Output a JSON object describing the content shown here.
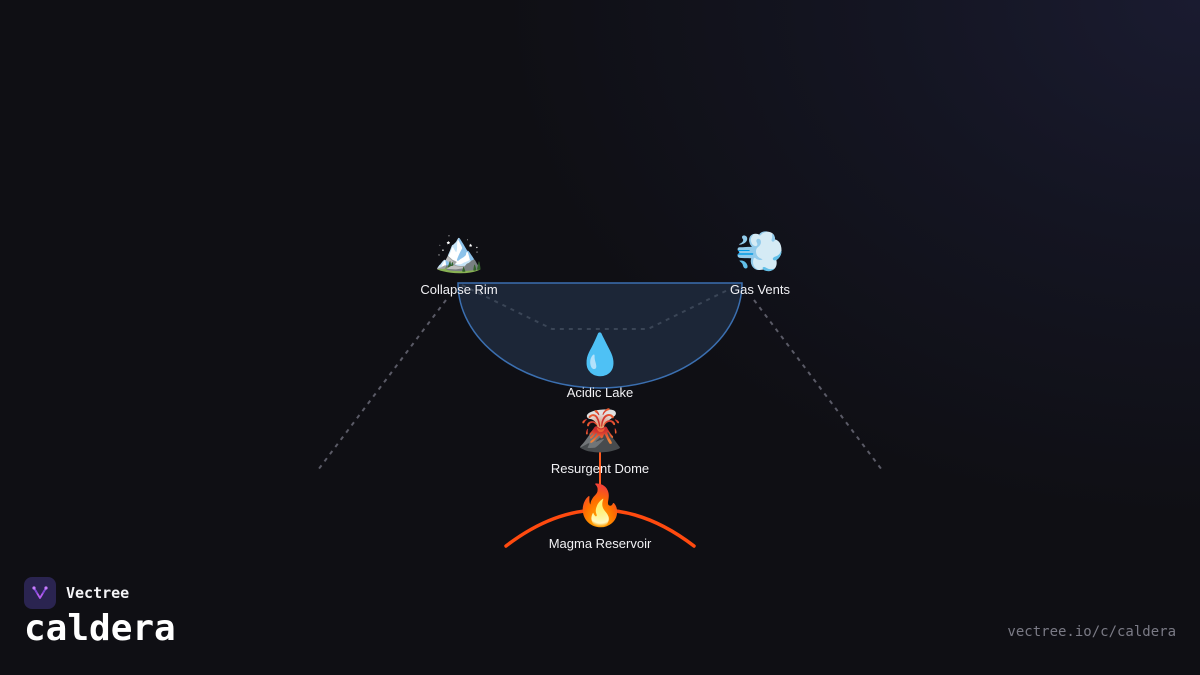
{
  "nodes": {
    "rim": {
      "label": "Collapse Rim",
      "icon": "mountain-icon",
      "emoji": "🏔️"
    },
    "vents": {
      "label": "Gas Vents",
      "icon": "dashing-away-icon",
      "emoji": "💨"
    },
    "lake": {
      "label": "Acidic Lake",
      "icon": "droplet-icon",
      "emoji": "💧"
    },
    "dome": {
      "label": "Resurgent Dome",
      "icon": "volcano-icon",
      "emoji": "🌋"
    },
    "magma": {
      "label": "Magma Reservoir",
      "icon": "fire-icon",
      "emoji": "🔥"
    }
  },
  "footer": {
    "brand": "Vectree",
    "title": "caldera",
    "url": "vectree.io/c/caldera"
  },
  "colors": {
    "background": "#0f0f14",
    "lake_fill": "#1e2a3d",
    "lake_stroke": "#3b6fb0",
    "magma": "#ff4a0f",
    "dome_line": "#ff5a1f",
    "dashed": "#5a5a66",
    "brand_accent": "#b35cf0"
  }
}
